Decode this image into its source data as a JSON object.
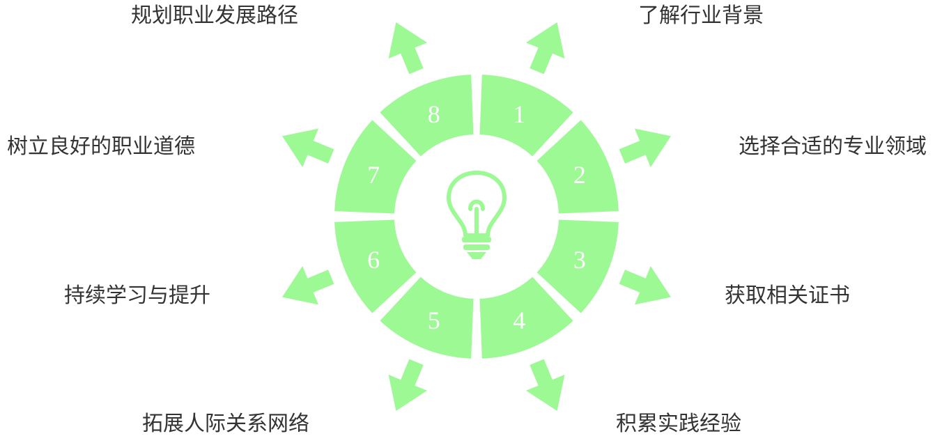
{
  "colors": {
    "segment": "#9cf994",
    "arrow": "#9cf994",
    "text": "#333333",
    "number": "#ffffff",
    "icon": "#9cf994"
  },
  "center_icon": "lightbulb-icon",
  "steps": [
    {
      "number": "1",
      "label": "了解行业背景"
    },
    {
      "number": "2",
      "label": "选择合适的专业领域"
    },
    {
      "number": "3",
      "label": "获取相关证书"
    },
    {
      "number": "4",
      "label": "积累实践经验"
    },
    {
      "number": "5",
      "label": "拓展人际关系网络"
    },
    {
      "number": "6",
      "label": "持续学习与提升"
    },
    {
      "number": "7",
      "label": "树立良好的职业道德"
    },
    {
      "number": "8",
      "label": "规划职业发展路径"
    }
  ]
}
